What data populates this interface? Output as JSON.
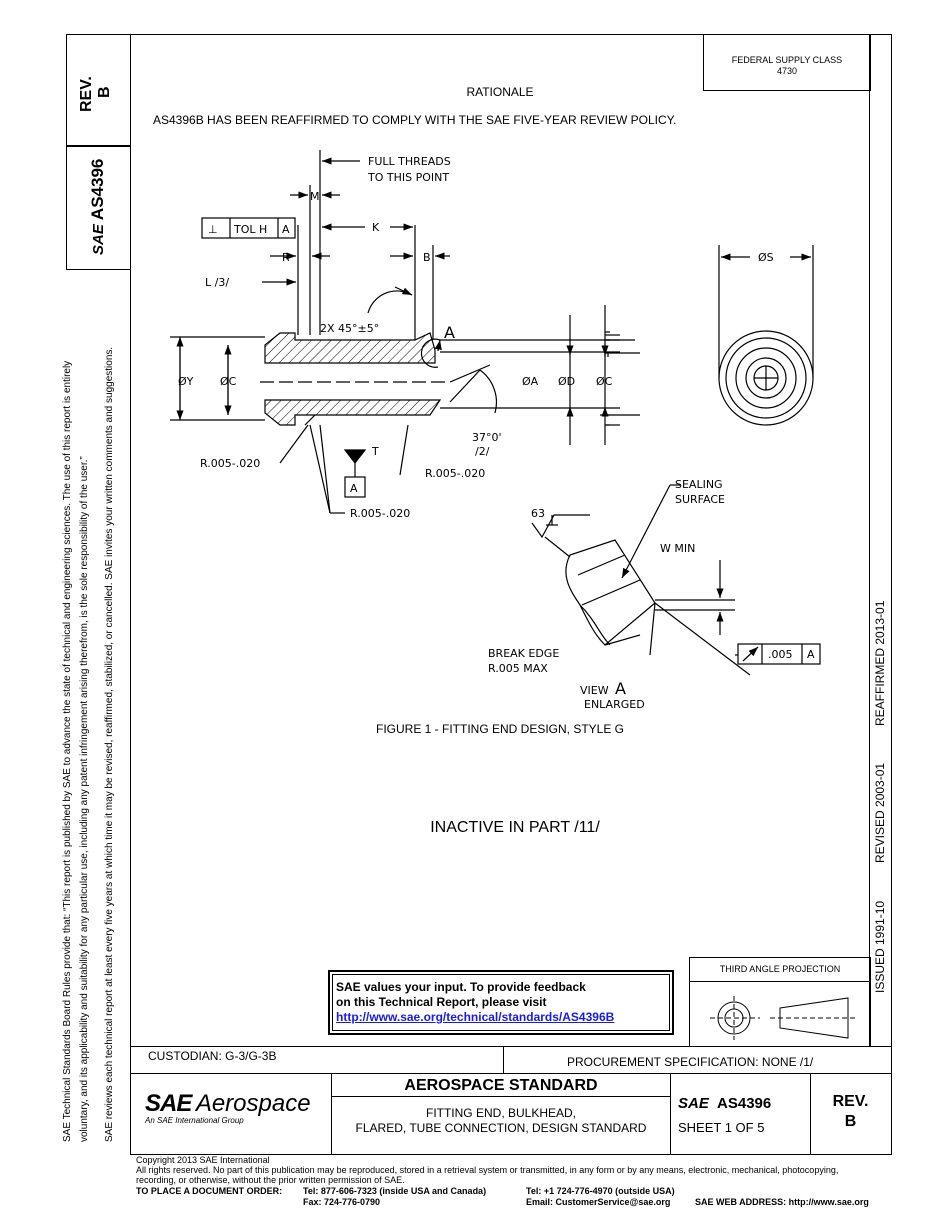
{
  "left_margin": {
    "rev_label": "REV.",
    "rev_value": "B",
    "doc_number": "AS4396",
    "rules_line1": "SAE Technical Standards Board Rules provide that: “This report is published by SAE to advance the state of technical and engineering sciences. The use of this report is entirely",
    "rules_line2": "voluntary, and its applicability and suitability for any particular use, including any patent infringement arising therefrom, is the sole responsibility of the user.”",
    "rules_line3": "SAE reviews each technical report at least every five years at which time it may be revised, reaffirmed, stabilized, or cancelled. SAE invites your written comments and suggestions."
  },
  "header": {
    "supply_class_label": "FEDERAL SUPPLY CLASS",
    "supply_class_value": "4730",
    "rationale_title": "RATIONALE",
    "rationale_text": "AS4396B HAS BEEN REAFFIRMED TO COMPLY WITH THE SAE FIVE-YEAR REVIEW POLICY."
  },
  "right_margin": {
    "issued": "ISSUED 1991-10",
    "revised": "REVISED 2003-01",
    "reaffirmed": "REAFFIRMED 2013-01"
  },
  "figure": {
    "full_threads_1": "FULL THREADS",
    "full_threads_2": "TO THIS POINT",
    "k": "K",
    "m": "M",
    "b": "B",
    "r": "R",
    "l": "L /3/",
    "tol_perp": "⊥",
    "tol_h": "TOL H",
    "tol_a": "A",
    "chamfer": "2X 45°±5°",
    "view_a": "A",
    "dia_y": "ØY",
    "dia_c_left": "ØC",
    "dia_a": "ØA",
    "dia_d": "ØD",
    "dia_c_right": "ØC",
    "angle_1": "37°0'",
    "angle_2": "/2/",
    "radius_left": "R.005-.020",
    "radius_right": "R.005-.020",
    "radius_bottom": "R.005-.020",
    "datum_t": "T",
    "datum_a": "A",
    "dia_s": "ØS",
    "sealing_1": "SEALING",
    "sealing_2": "SURFACE",
    "finish": "63",
    "w_min": "W MIN",
    "break_1": "BREAK EDGE",
    "break_2": "R.005 MAX",
    "view_label": "VIEW",
    "view_letter": "A",
    "enlarged": "ENLARGED",
    "fcf_value": ".005",
    "fcf_datum": "A",
    "caption": "FIGURE 1 - FITTING END DESIGN, STYLE G"
  },
  "inactive_note": "INACTIVE IN PART /11/",
  "feedback": {
    "line1": "SAE values your input. To provide feedback",
    "line2": "on this Technical Report, please visit",
    "link": "http://www.sae.org/technical/standards/AS4396B"
  },
  "projection_label": "THIRD ANGLE PROJECTION",
  "title_block": {
    "custodian": "CUSTODIAN: G-3/G-3B",
    "procurement": "PROCUREMENT SPECIFICATION: NONE /1/",
    "logo_sae": "SAE",
    "logo_aero": "Aerospace",
    "logo_tag": "An SAE International Group",
    "std_type": "AEROSPACE STANDARD",
    "title_line1": "FITTING END, BULKHEAD,",
    "title_line2": "FLARED, TUBE CONNECTION, DESIGN STANDARD",
    "doc_logo": "SAE",
    "doc_number": "AS4396",
    "sheet": "SHEET 1 OF 5",
    "rev_label": "REV.",
    "rev_value": "B"
  },
  "footer": {
    "copyright": "Copyright 2013 SAE International",
    "rights1": "All rights reserved. No part of this publication may be reproduced, stored in a retrieval system or transmitted, in any form or by any means, electronic, mechanical, photocopying,",
    "rights2": "recording, or otherwise, without the prior written permission of SAE.",
    "order_label": "TO PLACE A DOCUMENT ORDER:",
    "tel_usa": "Tel:   877-606-7323 (inside USA and Canada)",
    "fax": "Fax:   724-776-0790",
    "tel_out": "Tel:    +1 724-776-4970 (outside USA)",
    "email": "Email: CustomerService@sae.org",
    "web": "SAE WEB ADDRESS: http://www.sae.org"
  }
}
